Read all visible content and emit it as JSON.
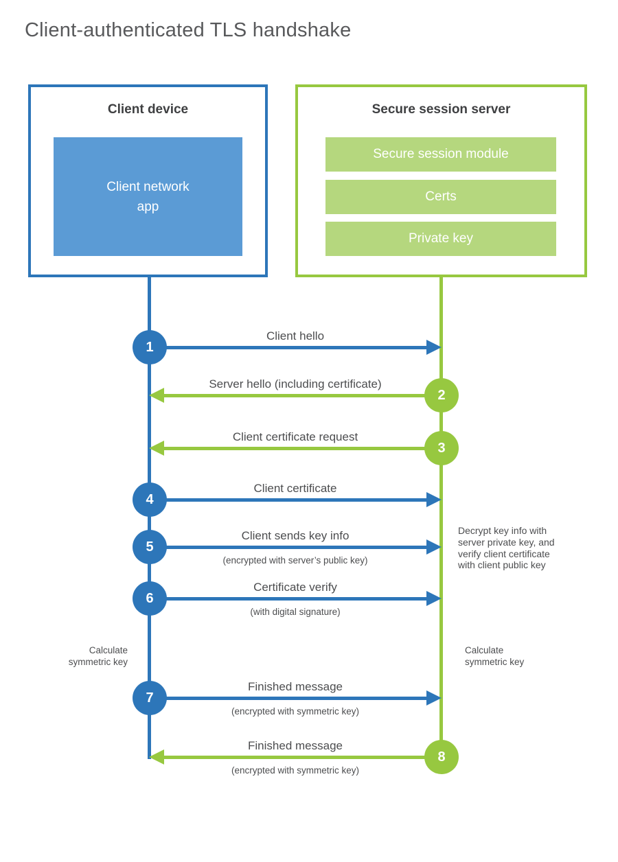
{
  "title": "Client-authenticated TLS handshake",
  "client_box": {
    "title": "Client device",
    "app_lines": [
      "Client network",
      "app"
    ]
  },
  "server_box": {
    "title": "Secure session server",
    "modules": [
      "Secure session module",
      "Certs",
      "Private key"
    ]
  },
  "steps": [
    {
      "num": "1",
      "from": "client",
      "to": "server",
      "label": "Client hello",
      "sub": ""
    },
    {
      "num": "2",
      "from": "server",
      "to": "client",
      "label": "Server hello (including certificate)",
      "sub": ""
    },
    {
      "num": "3",
      "from": "server",
      "to": "client",
      "label": "Client certificate request",
      "sub": ""
    },
    {
      "num": "4",
      "from": "client",
      "to": "server",
      "label": "Client certificate",
      "sub": ""
    },
    {
      "num": "5",
      "from": "client",
      "to": "server",
      "label": "Client sends key info",
      "sub": "(encrypted with server’s public key)"
    },
    {
      "num": "6",
      "from": "client",
      "to": "server",
      "label": "Certificate verify",
      "sub": "(with digital signature)"
    },
    {
      "num": "7",
      "from": "client",
      "to": "server",
      "label": "Finished message",
      "sub": "(encrypted with symmetric key)"
    },
    {
      "num": "8",
      "from": "server",
      "to": "client",
      "label": "Finished message",
      "sub": "(encrypted with symmetric key)"
    }
  ],
  "annotations": {
    "server_note_lines": [
      "Decrypt key info with",
      "server private key, and",
      "verify client certificate",
      "with client public key"
    ],
    "client_calc_lines": [
      "Calculate",
      "symmetric key"
    ],
    "server_calc_lines": [
      "Calculate",
      "symmetric key"
    ]
  },
  "colors": {
    "blue_stroke": "#2d76b9",
    "blue_fill": "#5b9bd5",
    "green_stroke": "#97c840",
    "green_fill": "#b5d77e",
    "heading_text": "#3e3f41",
    "label_text": "#4c4d4f",
    "title_text": "#58595b"
  }
}
